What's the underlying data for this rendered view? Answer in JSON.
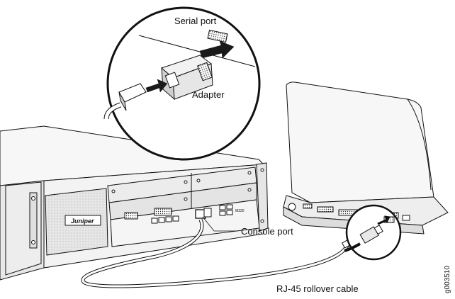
{
  "labels": {
    "serial_port": "Serial port",
    "adapter": "Adapter",
    "console_port": "Console port",
    "rollover_cable": "RJ-45 rollover cable",
    "figure_id": "g003510"
  },
  "device": {
    "brand": "Juniper",
    "model": "M320"
  },
  "colors": {
    "line": "#111111",
    "chassis_light": "#f2f2f2",
    "chassis_mid": "#d9d9d9",
    "chassis_dark": "#8c8c8c",
    "arrow": "#1a1a1a"
  }
}
